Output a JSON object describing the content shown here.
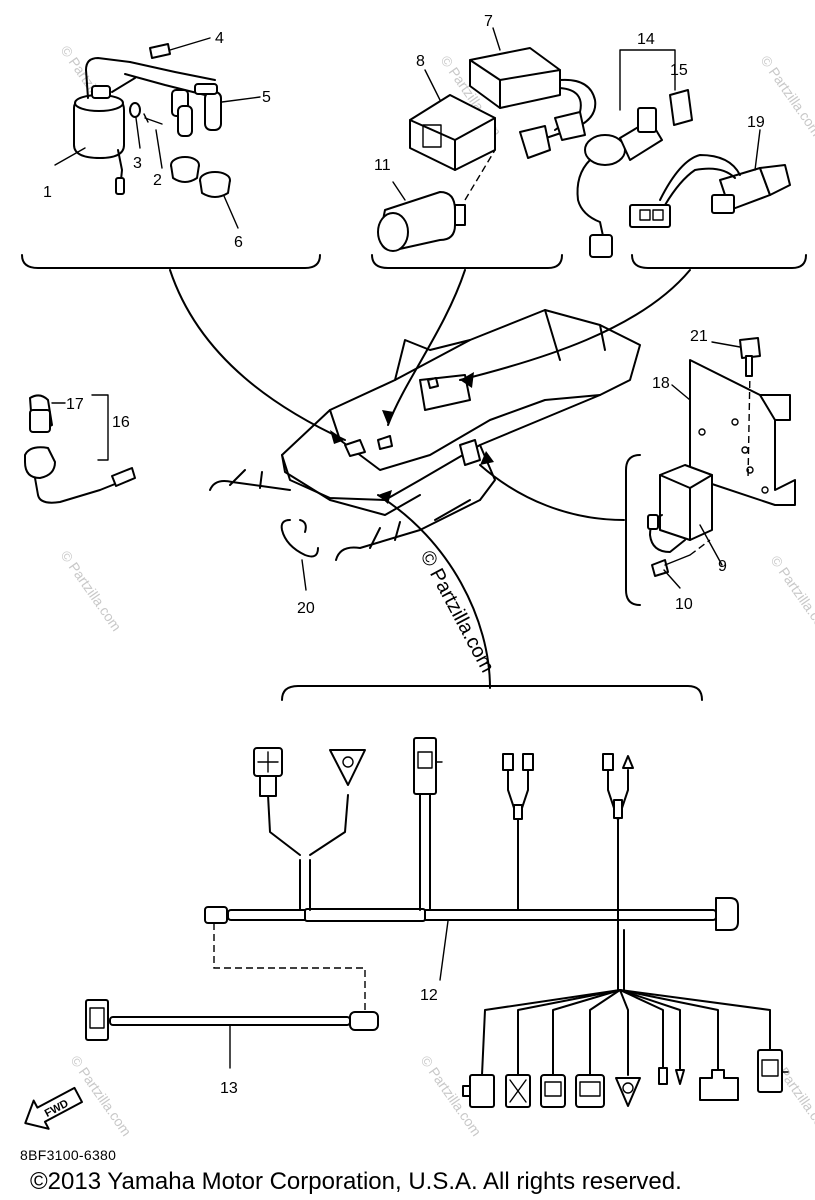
{
  "diagram_code": "8BF3100-6380",
  "copyright": "©2013 Yamaha Motor Corporation, U.S.A. All rights reserved.",
  "watermark": "© Partzilla.com",
  "fwd_label": "FWD",
  "callouts": [
    "1",
    "2",
    "3",
    "4",
    "5",
    "6",
    "7",
    "8",
    "9",
    "10",
    "11",
    "12",
    "13",
    "14",
    "15",
    "16",
    "17",
    "18",
    "19",
    "20",
    "21"
  ]
}
